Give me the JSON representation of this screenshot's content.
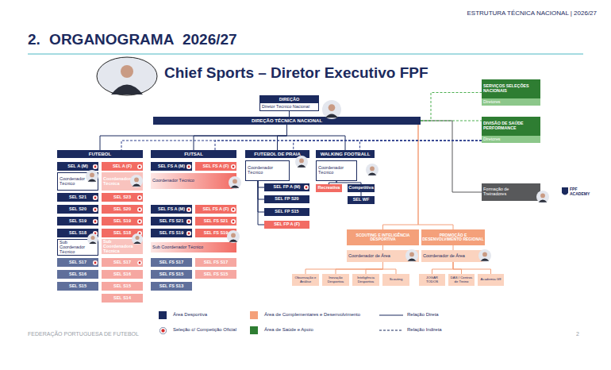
{
  "diagram": {
    "title": "2. ORGANOGRAMA 2026/27",
    "nodes": [
      {
        "text": [
          "DIREÇÃO",
          "Diretor Técnico Nacional"
        ]
      },
      {
        "text": [
          "DIREÇÃO TÉCNICA NACIONAL"
        ]
      },
      {
        "text": [
          "SERVIÇOS SELEÇÕES NACIONAIS",
          "Diretores"
        ]
      },
      {
        "text": [
          "DIVISÃO DE SAÚDE PERFORMANCE",
          "Diretores"
        ]
      },
      {
        "text": [
          "FUTEBOL"
        ]
      },
      {
        "text": [
          "FUTSAL"
        ]
      },
      {
        "text": [
          "FUTEBOL DE PRAIA"
        ]
      },
      {
        "text": [
          "WALKING FOOTBALL"
        ]
      },
      {
        "text": [
          "Formação de Treinadores"
        ]
      },
      {
        "text": [
          "SEL A (M)"
        ]
      },
      {
        "text": [
          "SEL A (F)"
        ]
      },
      {
        "text": [
          "Coordenador Técnico"
        ]
      },
      {
        "text": [
          "Coordenadora Técnica"
        ]
      },
      {
        "text": [
          "SEL S21"
        ]
      },
      {
        "text": [
          "SEL S23"
        ]
      },
      {
        "text": [
          "SEL S20"
        ]
      },
      {
        "text": [
          "SEL S20"
        ]
      },
      {
        "text": [
          "SEL S19"
        ]
      },
      {
        "text": [
          "SEL S19"
        ]
      },
      {
        "text": [
          "SEL S18"
        ]
      },
      {
        "text": [
          "SEL S18"
        ]
      },
      {
        "text": [
          "Sub Coordenador Técnico"
        ]
      },
      {
        "text": [
          "Sub Coordenadora Técnica"
        ]
      },
      {
        "text": [
          "SEL S17"
        ]
      },
      {
        "text": [
          "SEL S17"
        ]
      },
      {
        "text": [
          "SEL S16"
        ]
      },
      {
        "text": [
          "SEL S16"
        ]
      },
      {
        "text": [
          "SEL S15"
        ]
      },
      {
        "text": [
          "SEL S15"
        ]
      },
      {
        "text": [
          "SEL S14"
        ]
      },
      {
        "text": [
          "SEL FS A (M)"
        ]
      },
      {
        "text": [
          "SEL FS A (F)"
        ]
      },
      {
        "text": [
          "Coordenador Técnico"
        ]
      },
      {
        "text": [
          "SEL FS A (M)"
        ]
      },
      {
        "text": [
          "SEL FS A (F)"
        ]
      },
      {
        "text": [
          "SEL FS S21"
        ]
      },
      {
        "text": [
          "SEL FS S21"
        ]
      },
      {
        "text": [
          "SEL FS S19"
        ]
      },
      {
        "text": [
          "SEL FS S19"
        ]
      },
      {
        "text": [
          "Sub Coordenador Técnico"
        ]
      },
      {
        "text": [
          "SEL FS S17"
        ]
      },
      {
        "text": [
          "SEL FS S17"
        ]
      },
      {
        "text": [
          "SEL FS S15"
        ]
      },
      {
        "text": [
          "SEL FS S15"
        ]
      },
      {
        "text": [
          "SEL FS S13"
        ]
      },
      {
        "text": [
          "Coordenador Técnico"
        ]
      },
      {
        "text": [
          "SEL FP A (M)"
        ]
      },
      {
        "text": [
          "SEL FP S20"
        ]
      },
      {
        "text": [
          "SEL FP S15"
        ]
      },
      {
        "text": [
          "SEL FP A (F)"
        ]
      },
      {
        "text": [
          "Coordenador Técnico"
        ]
      },
      {
        "text": [
          "Recreativa"
        ]
      },
      {
        "text": [
          "Competitiva"
        ]
      },
      {
        "text": [
          "SEL WF"
        ]
      },
      {
        "text": [
          "SCOUTING E INTELIGÊNCIA DESPORTIVA"
        ]
      },
      {
        "text": [
          "PROMOÇÃO E DESENVOLVIMENTO REGIONAL"
        ]
      },
      {
        "text": [
          "Coordenador de Área"
        ]
      },
      {
        "text": [
          "Coordenador de Área"
        ]
      },
      {
        "text": [
          "Observação e Análise"
        ]
      },
      {
        "text": [
          "Inovação Desportiva"
        ]
      },
      {
        "text": [
          "Inteligência Desportiva"
        ]
      },
      {
        "text": [
          "Scouting"
        ]
      },
      {
        "text": [
          "JOGAR TODOS"
        ]
      },
      {
        "text": [
          "DAS / Centros de Treino"
        ]
      },
      {
        "text": [
          "Academia G9"
        ]
      }
    ],
    "edges": [
      {
        "from": 0,
        "to": 1,
        "arrow": "none"
      },
      {
        "from": 1,
        "to": 4,
        "arrow": "none"
      },
      {
        "from": 1,
        "to": 5,
        "arrow": "none"
      },
      {
        "from": 1,
        "to": 6,
        "arrow": "none"
      },
      {
        "from": 1,
        "to": 7,
        "arrow": "none"
      },
      {
        "from": 1,
        "to": 8,
        "arrow": "none"
      },
      {
        "from": 1,
        "to": 2,
        "arrow": "none"
      },
      {
        "from": 1,
        "to": 3,
        "arrow": "none"
      },
      {
        "from": 1,
        "to": 54,
        "arrow": "none"
      },
      {
        "from": 1,
        "to": 55,
        "arrow": "none"
      },
      {
        "from": 54,
        "to": 56,
        "arrow": "none"
      },
      {
        "from": 55,
        "to": 57,
        "arrow": "none"
      },
      {
        "from": 56,
        "to": 58,
        "arrow": "none"
      },
      {
        "from": 56,
        "to": 59,
        "arrow": "none"
      },
      {
        "from": 56,
        "to": 60,
        "arrow": "none"
      },
      {
        "from": 56,
        "to": 61,
        "arrow": "none"
      },
      {
        "from": 57,
        "to": 62,
        "arrow": "none"
      },
      {
        "from": 57,
        "to": 63,
        "arrow": "none"
      },
      {
        "from": 57,
        "to": 64,
        "arrow": "none"
      },
      {
        "from": 3,
        "to": 4,
        "arrow": "none"
      },
      {
        "from": 3,
        "to": 5,
        "arrow": "none"
      },
      {
        "from": 3,
        "to": 6,
        "arrow": "none"
      },
      {
        "from": 3,
        "to": 7,
        "arrow": "none"
      },
      {
        "from": 45,
        "to": 46,
        "arrow": "none"
      },
      {
        "from": 45,
        "to": 47,
        "arrow": "none"
      },
      {
        "from": 45,
        "to": 48,
        "arrow": "none"
      },
      {
        "from": 45,
        "to": 49,
        "arrow": "none"
      },
      {
        "from": 50,
        "to": 51,
        "arrow": "none"
      },
      {
        "from": 50,
        "to": 52,
        "arrow": "none"
      },
      {
        "from": 52,
        "to": 53,
        "arrow": "none"
      }
    ],
    "labels": [
      "ESTRUTURA TÉCNICA NACIONAL | 2026/27",
      "Chief Sports – Diretor Executivo FPF",
      "FPF ACADEMY",
      "FEDERAÇÃO PORTUGUESA DE FUTEBOL",
      "2"
    ],
    "legend": [
      {
        "text": "Área Desportiva",
        "color": "#1b2a5e"
      },
      {
        "text": "Seleção c/ Competição Oficial"
      },
      {
        "text": "Área de Complementares e Desenvolvimento",
        "color": "#f4a07a"
      },
      {
        "text": "Área de Saúde e Apoio",
        "color": "#2e7d32"
      },
      {
        "text": "Relação Direta"
      },
      {
        "text": "Relação Indireta"
      }
    ]
  }
}
